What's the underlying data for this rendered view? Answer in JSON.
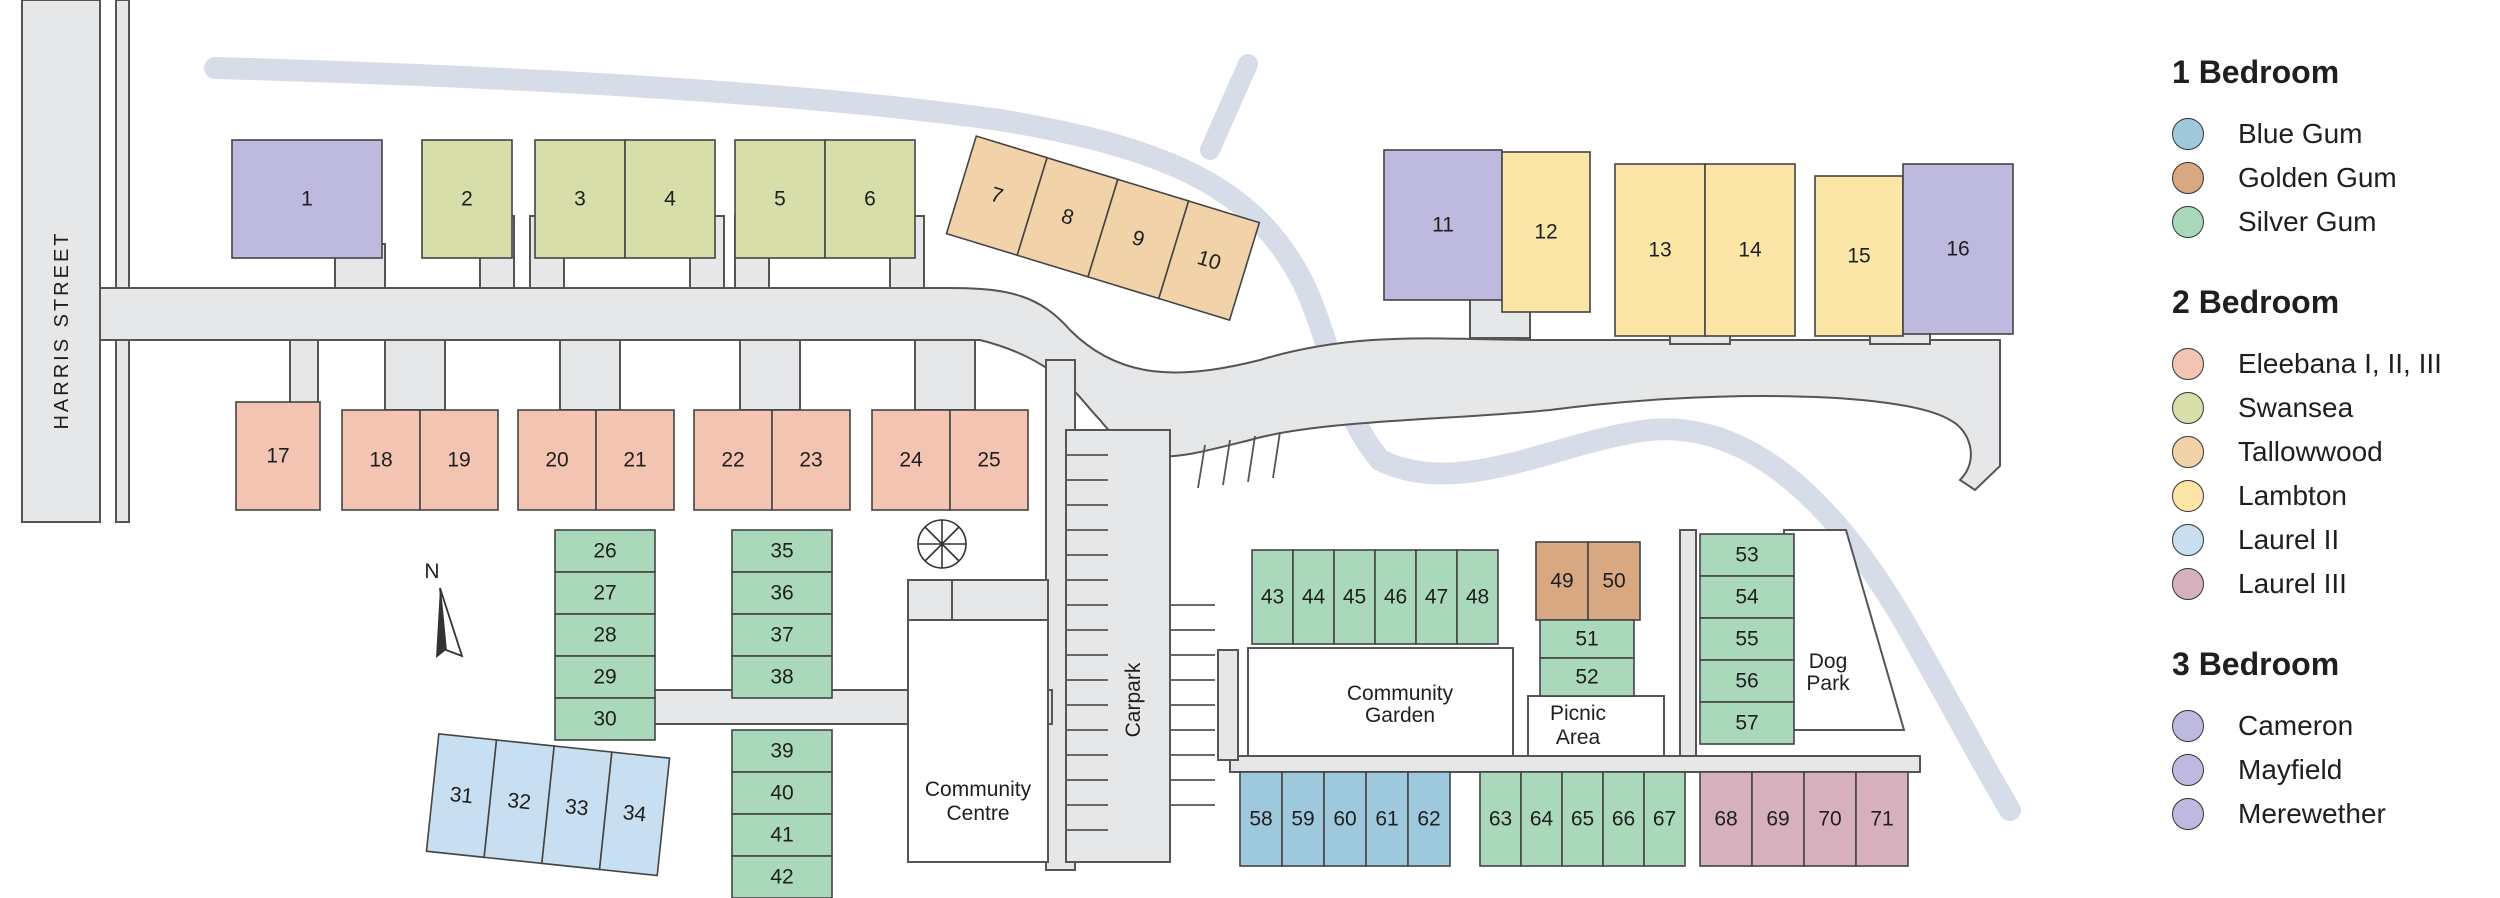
{
  "colors": {
    "blue_gum": "#9ec9dc",
    "golden_gum": "#d7a882",
    "silver_gum": "#a9d8ba",
    "eleebana": "#f3c4b2",
    "swansea": "#d7deaa",
    "tallowwood": "#f2d2a8",
    "lambton": "#fbe6a8",
    "laurel_ii": "#c7dff0",
    "laurel_iii": "#d6b0bd",
    "cameron": "#bdb9df",
    "mayfield": "#bdb9df",
    "merewether": "#bdb9df",
    "road": "#e6e7e8",
    "creek": "#d6dde9"
  },
  "map": {
    "street_label": "HARRIS STREET",
    "north_label": "N",
    "carpark_label": "Carpark",
    "community_centre_label": [
      "Community",
      "Centre"
    ],
    "community_garden_label": [
      "Community",
      "Garden"
    ],
    "picnic_area_label": [
      "Picnic",
      "Area"
    ],
    "dog_park_label": [
      "Dog",
      "Park"
    ],
    "lots": [
      {
        "n": "1",
        "type": "cameron"
      },
      {
        "n": "2",
        "type": "swansea"
      },
      {
        "n": "3",
        "type": "swansea"
      },
      {
        "n": "4",
        "type": "swansea"
      },
      {
        "n": "5",
        "type": "swansea"
      },
      {
        "n": "6",
        "type": "swansea"
      },
      {
        "n": "7",
        "type": "tallowwood"
      },
      {
        "n": "8",
        "type": "tallowwood"
      },
      {
        "n": "9",
        "type": "tallowwood"
      },
      {
        "n": "10",
        "type": "tallowwood"
      },
      {
        "n": "11",
        "type": "cameron"
      },
      {
        "n": "12",
        "type": "lambton"
      },
      {
        "n": "13",
        "type": "lambton"
      },
      {
        "n": "14",
        "type": "lambton"
      },
      {
        "n": "15",
        "type": "lambton"
      },
      {
        "n": "16",
        "type": "cameron"
      },
      {
        "n": "17",
        "type": "eleebana"
      },
      {
        "n": "18",
        "type": "eleebana"
      },
      {
        "n": "19",
        "type": "eleebana"
      },
      {
        "n": "20",
        "type": "eleebana"
      },
      {
        "n": "21",
        "type": "eleebana"
      },
      {
        "n": "22",
        "type": "eleebana"
      },
      {
        "n": "23",
        "type": "eleebana"
      },
      {
        "n": "24",
        "type": "eleebana"
      },
      {
        "n": "25",
        "type": "eleebana"
      },
      {
        "n": "26",
        "type": "silver_gum"
      },
      {
        "n": "27",
        "type": "silver_gum"
      },
      {
        "n": "28",
        "type": "silver_gum"
      },
      {
        "n": "29",
        "type": "silver_gum"
      },
      {
        "n": "30",
        "type": "silver_gum"
      },
      {
        "n": "31",
        "type": "laurel_ii"
      },
      {
        "n": "32",
        "type": "laurel_ii"
      },
      {
        "n": "33",
        "type": "laurel_ii"
      },
      {
        "n": "34",
        "type": "laurel_ii"
      },
      {
        "n": "35",
        "type": "silver_gum"
      },
      {
        "n": "36",
        "type": "silver_gum"
      },
      {
        "n": "37",
        "type": "silver_gum"
      },
      {
        "n": "38",
        "type": "silver_gum"
      },
      {
        "n": "39",
        "type": "silver_gum"
      },
      {
        "n": "40",
        "type": "silver_gum"
      },
      {
        "n": "41",
        "type": "silver_gum"
      },
      {
        "n": "42",
        "type": "silver_gum"
      },
      {
        "n": "43",
        "type": "silver_gum"
      },
      {
        "n": "44",
        "type": "silver_gum"
      },
      {
        "n": "45",
        "type": "silver_gum"
      },
      {
        "n": "46",
        "type": "silver_gum"
      },
      {
        "n": "47",
        "type": "silver_gum"
      },
      {
        "n": "48",
        "type": "silver_gum"
      },
      {
        "n": "49",
        "type": "golden_gum"
      },
      {
        "n": "50",
        "type": "golden_gum"
      },
      {
        "n": "51",
        "type": "silver_gum"
      },
      {
        "n": "52",
        "type": "silver_gum"
      },
      {
        "n": "53",
        "type": "silver_gum"
      },
      {
        "n": "54",
        "type": "silver_gum"
      },
      {
        "n": "55",
        "type": "silver_gum"
      },
      {
        "n": "56",
        "type": "silver_gum"
      },
      {
        "n": "57",
        "type": "silver_gum"
      },
      {
        "n": "58",
        "type": "blue_gum"
      },
      {
        "n": "59",
        "type": "blue_gum"
      },
      {
        "n": "60",
        "type": "blue_gum"
      },
      {
        "n": "61",
        "type": "blue_gum"
      },
      {
        "n": "62",
        "type": "blue_gum"
      },
      {
        "n": "63",
        "type": "silver_gum"
      },
      {
        "n": "64",
        "type": "silver_gum"
      },
      {
        "n": "65",
        "type": "silver_gum"
      },
      {
        "n": "66",
        "type": "silver_gum"
      },
      {
        "n": "67",
        "type": "silver_gum"
      },
      {
        "n": "68",
        "type": "laurel_iii"
      },
      {
        "n": "69",
        "type": "laurel_iii"
      },
      {
        "n": "70",
        "type": "laurel_iii"
      },
      {
        "n": "71",
        "type": "laurel_iii"
      }
    ]
  },
  "legend": {
    "groups": [
      {
        "heading": "1 Bedroom",
        "items": [
          {
            "label": "Blue Gum",
            "color": "#9ec9dc"
          },
          {
            "label": "Golden Gum",
            "color": "#d7a882"
          },
          {
            "label": "Silver Gum",
            "color": "#a9d8ba"
          }
        ]
      },
      {
        "heading": "2 Bedroom",
        "items": [
          {
            "label": "Eleebana I, II, III",
            "color": "#f3c4b2"
          },
          {
            "label": "Swansea",
            "color": "#d7deaa"
          },
          {
            "label": "Tallowwood",
            "color": "#f2d2a8"
          },
          {
            "label": "Lambton",
            "color": "#fbe6a8"
          },
          {
            "label": "Laurel II",
            "color": "#c7dff0"
          },
          {
            "label": "Laurel III",
            "color": "#d6b0bd"
          }
        ]
      },
      {
        "heading": "3 Bedroom",
        "items": [
          {
            "label": "Cameron",
            "color": "#bdb9df"
          },
          {
            "label": "Mayfield",
            "color": "#bdb9df"
          },
          {
            "label": "Merewether",
            "color": "#bdb9df"
          }
        ]
      }
    ]
  }
}
